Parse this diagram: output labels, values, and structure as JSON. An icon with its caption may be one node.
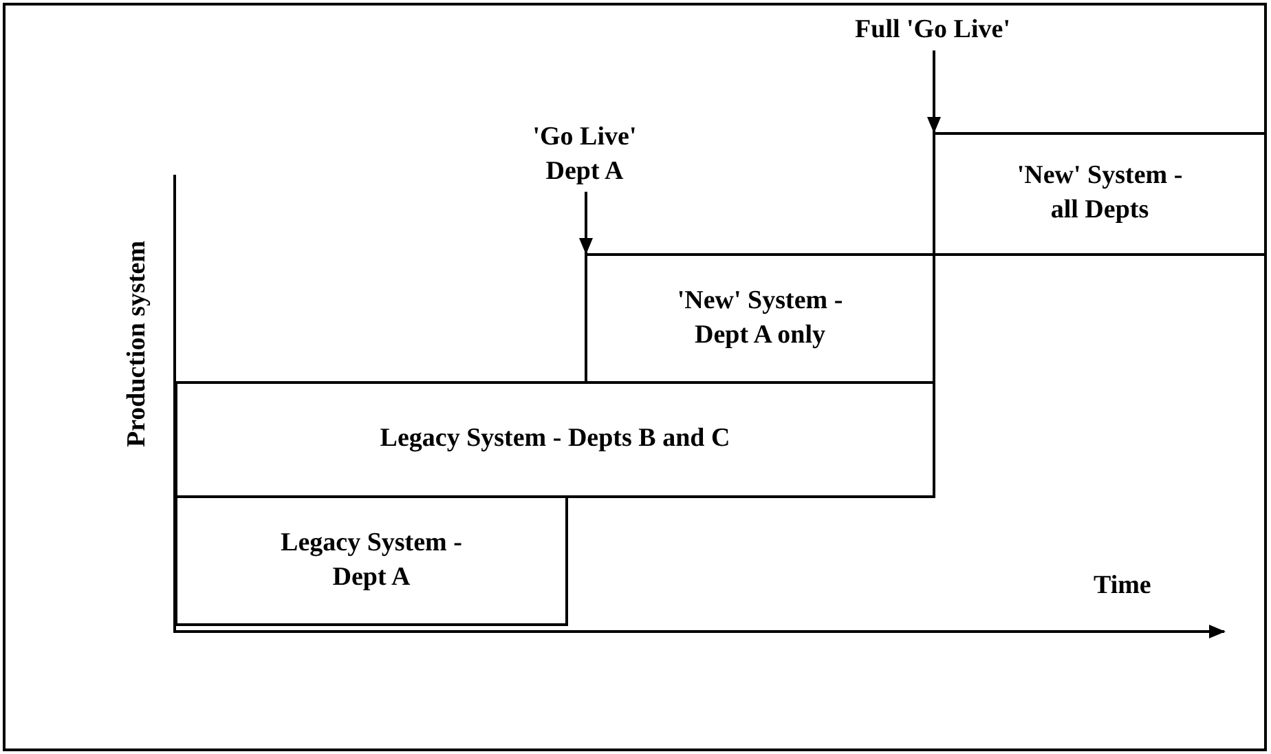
{
  "diagram": {
    "nodes": [
      {
        "text": [
          "Full 'Go Live'"
        ]
      },
      {
        "text": [
          "'Go Live' Dept A"
        ]
      },
      {
        "text": [
          "'New' System - all Depts"
        ]
      },
      {
        "text": [
          "'New' System - Dept A only"
        ]
      },
      {
        "text": [
          "Legacy System - Depts B and C"
        ]
      },
      {
        "text": [
          "Legacy System - Dept A"
        ]
      }
    ],
    "edges": [
      {
        "from": 0,
        "to": 2,
        "arrow": "to"
      },
      {
        "from": 1,
        "to": 3,
        "arrow": "to"
      }
    ],
    "labels": [
      "Production system",
      "Time"
    ]
  }
}
